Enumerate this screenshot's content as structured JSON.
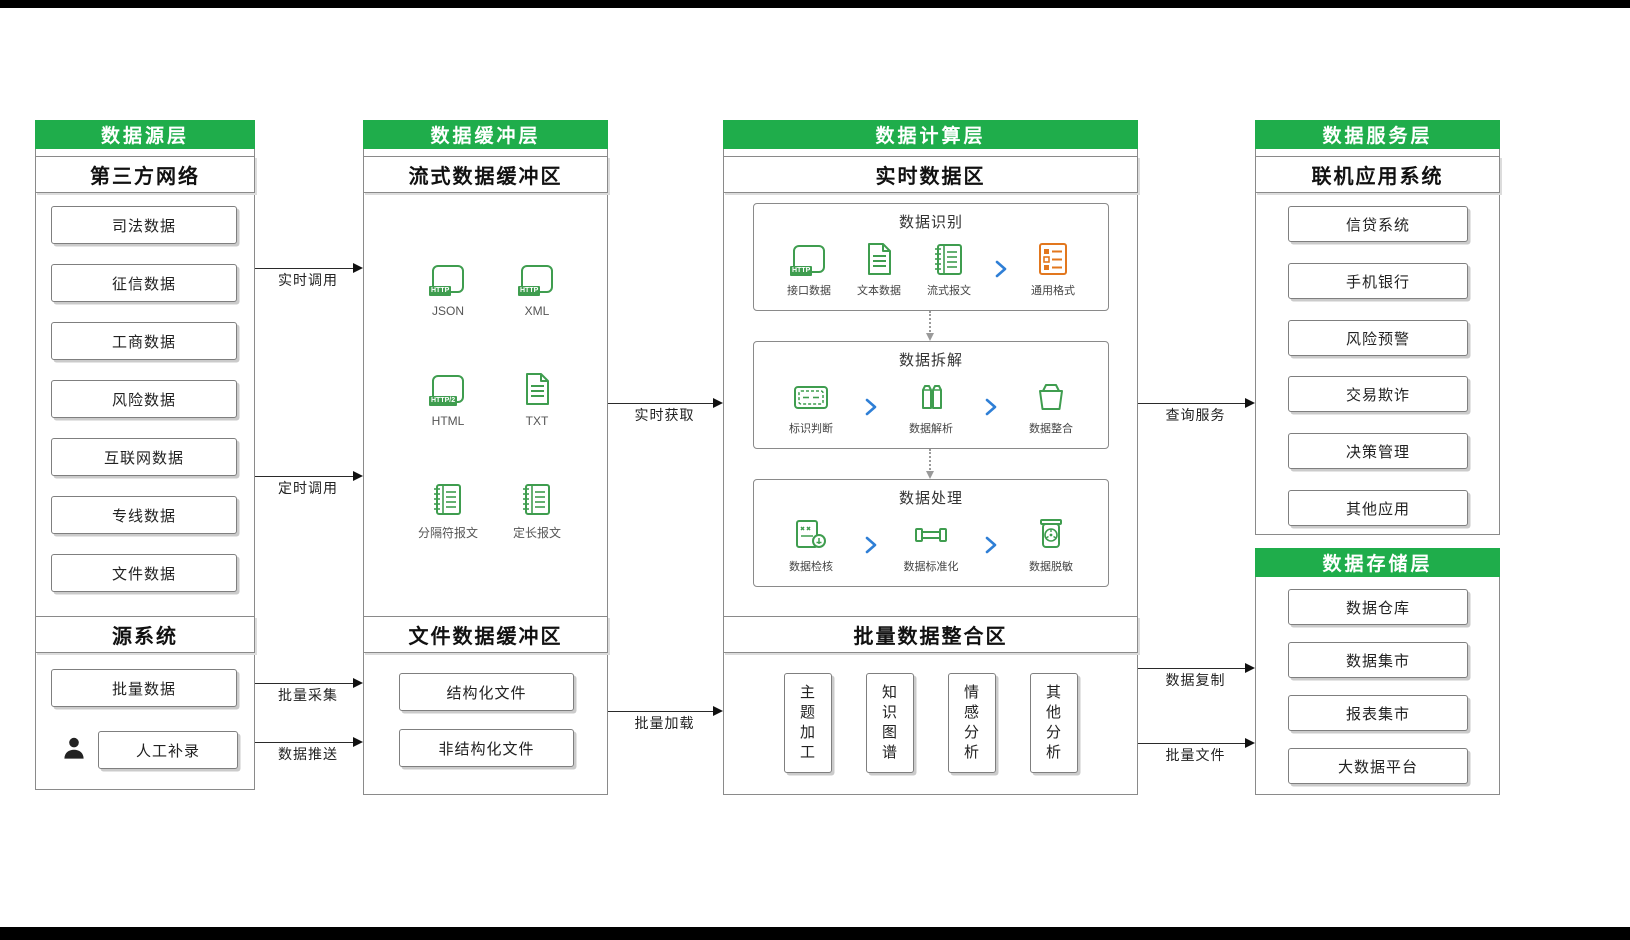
{
  "colors": {
    "header_green": "#1fad4b",
    "icon_green": "#3f9d4f",
    "icon_orange": "#e2771e",
    "chevron_blue": "#2f7fd6",
    "border_gray": "#8a8a8a"
  },
  "source_layer": {
    "title": "数据源层",
    "section1": {
      "title": "第三方网络",
      "items": [
        "司法数据",
        "征信数据",
        "工商数据",
        "风险数据",
        "互联网数据",
        "专线数据",
        "文件数据"
      ]
    },
    "section2": {
      "title": "源系统",
      "items": [
        "批量数据",
        "人工补录"
      ]
    }
  },
  "buffer_layer": {
    "title": "数据缓冲层",
    "stream": {
      "title": "流式数据缓冲区",
      "icons": [
        {
          "label": "JSON",
          "tag": "HTTP"
        },
        {
          "label": "XML",
          "tag": "HTTP"
        },
        {
          "label": "HTML",
          "tag": "HTTP/2"
        },
        {
          "label": "TXT"
        },
        {
          "label": "分隔符报文"
        },
        {
          "label": "定长报文"
        }
      ]
    },
    "file": {
      "title": "文件数据缓冲区",
      "items": [
        "结构化文件",
        "非结构化文件"
      ]
    }
  },
  "compute_layer": {
    "title": "数据计算层",
    "realtime": {
      "title": "实时数据区",
      "http_tag": "HTTP",
      "groups": [
        {
          "title": "数据识别",
          "steps": [
            "接口数据",
            "文本数据",
            "流式报文",
            "通用格式"
          ]
        },
        {
          "title": "数据拆解",
          "steps": [
            "标识判断",
            "数据解析",
            "数据整合"
          ]
        },
        {
          "title": "数据处理",
          "steps": [
            "数据检核",
            "数据标准化",
            "数据脱敏"
          ]
        }
      ]
    },
    "batch": {
      "title": "批量数据整合区",
      "items": [
        "主题加工",
        "知识图谱",
        "情感分析",
        "其他分析"
      ]
    }
  },
  "service_layer": {
    "title": "数据服务层",
    "subtitle": "联机应用系统",
    "items": [
      "信贷系统",
      "手机银行",
      "风险预警",
      "交易欺诈",
      "决策管理",
      "其他应用"
    ]
  },
  "storage_layer": {
    "title": "数据存储层",
    "items": [
      "数据仓库",
      "数据集市",
      "报表集市",
      "大数据平台"
    ]
  },
  "arrows": {
    "a1": "实时调用",
    "a2": "定时调用",
    "a3": "批量采集",
    "a4": "数据推送",
    "a5": "实时获取",
    "a6": "批量加载",
    "a7": "查询服务",
    "a8": "数据复制",
    "a9": "批量文件"
  }
}
